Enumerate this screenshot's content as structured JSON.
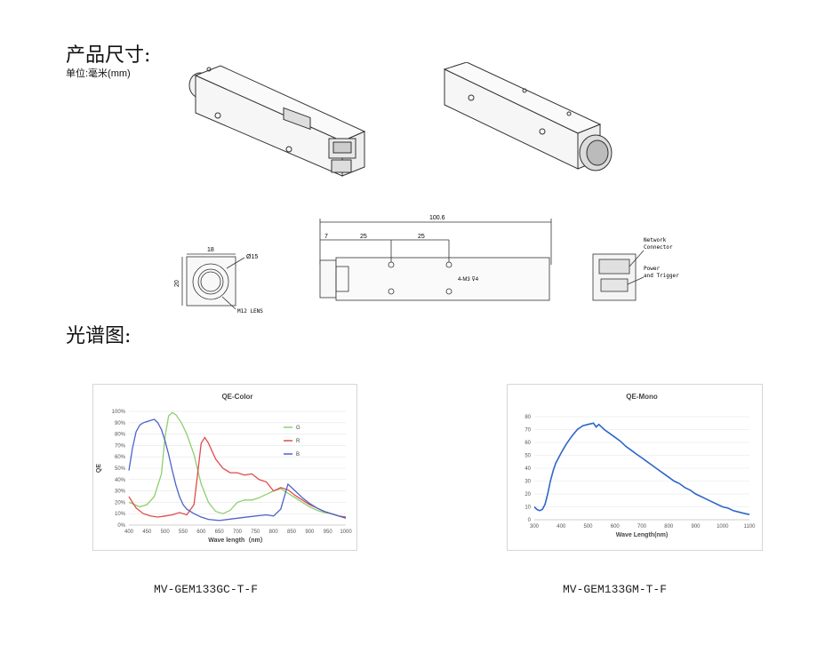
{
  "sections": {
    "dimensions_title": "产品尺寸:",
    "unit_label": "单位:毫米(mm)",
    "spectrum_title": "光谱图:"
  },
  "drawing": {
    "front_width": "18",
    "front_height": "20",
    "lens_diameter": "Ø15",
    "lens_mount": "M12 LENS",
    "total_length": "100.6",
    "offset": "7",
    "spacing_1": "25",
    "spacing_2": "25",
    "screw_spec": "4-M3 ⊽4",
    "network_connector": [
      "Network",
      "Connector"
    ],
    "power_trigger": [
      "Power",
      "and Trigger"
    ]
  },
  "captions": {
    "color_model": "MV-GEM133GC-T-F",
    "mono_model": "MV-GEM133GM-T-F"
  },
  "chart_data": [
    {
      "type": "line",
      "title": "QE-Color",
      "xlabel": "Wave length（nm）",
      "ylabel": "QE",
      "x_ticks": [
        "400",
        "450",
        "500",
        "550",
        "600",
        "650",
        "700",
        "750",
        "800",
        "850",
        "900",
        "950",
        "1000"
      ],
      "y_ticks": [
        "0%",
        "10%",
        "20%",
        "30%",
        "40%",
        "50%",
        "60%",
        "70%",
        "80%",
        "90%",
        "100%"
      ],
      "xlim": [
        400,
        1000
      ],
      "ylim": [
        0,
        100
      ],
      "legend_position": "right",
      "series": [
        {
          "name": "G",
          "color": "#8fcf6e",
          "x": [
            400,
            430,
            450,
            470,
            490,
            500,
            510,
            520,
            530,
            545,
            560,
            580,
            600,
            620,
            640,
            660,
            680,
            700,
            720,
            740,
            760,
            780,
            800,
            820,
            840,
            860,
            880,
            900,
            920,
            940,
            960,
            980,
            1000
          ],
          "y": [
            20,
            16,
            18,
            25,
            45,
            78,
            96,
            99,
            97,
            90,
            80,
            62,
            36,
            20,
            12,
            10,
            13,
            20,
            22,
            22,
            24,
            27,
            30,
            32,
            28,
            24,
            20,
            16,
            13,
            11,
            10,
            8,
            7
          ]
        },
        {
          "name": "R",
          "color": "#e34a4a",
          "x": [
            400,
            420,
            440,
            460,
            480,
            500,
            520,
            540,
            560,
            580,
            590,
            600,
            610,
            620,
            640,
            660,
            680,
            700,
            720,
            740,
            760,
            780,
            800,
            820,
            840,
            860,
            880,
            900,
            920,
            940,
            960,
            980,
            1000
          ],
          "y": [
            25,
            15,
            10,
            8,
            7,
            8,
            9,
            11,
            9,
            18,
            45,
            72,
            77,
            72,
            58,
            50,
            46,
            46,
            44,
            45,
            40,
            38,
            30,
            33,
            31,
            26,
            22,
            18,
            15,
            12,
            10,
            8,
            7
          ]
        },
        {
          "name": "B",
          "color": "#4d63c9",
          "x": [
            400,
            410,
            420,
            430,
            440,
            450,
            460,
            470,
            480,
            490,
            500,
            510,
            520,
            530,
            540,
            550,
            560,
            580,
            600,
            620,
            650,
            700,
            750,
            780,
            800,
            820,
            840,
            860,
            880,
            900,
            920,
            940,
            960,
            980,
            1000
          ],
          "y": [
            48,
            68,
            82,
            88,
            90,
            91,
            92,
            93,
            90,
            84,
            74,
            62,
            48,
            35,
            25,
            18,
            14,
            10,
            7,
            5,
            4,
            6,
            8,
            9,
            8,
            14,
            36,
            30,
            24,
            19,
            15,
            12,
            10,
            8,
            6
          ]
        }
      ]
    },
    {
      "type": "line",
      "title": "QE-Mono",
      "xlabel": "Wave Length(nm)",
      "ylabel": "",
      "x_ticks": [
        "300",
        "400",
        "500",
        "600",
        "700",
        "800",
        "900",
        "1000",
        "1100"
      ],
      "y_ticks": [
        "0",
        "10",
        "20",
        "30",
        "40",
        "50",
        "60",
        "70",
        "80"
      ],
      "xlim": [
        300,
        1100
      ],
      "ylim": [
        0,
        80
      ],
      "series": [
        {
          "name": "",
          "color": "#2e66c9",
          "x": [
            300,
            310,
            320,
            330,
            340,
            350,
            360,
            370,
            380,
            400,
            420,
            440,
            460,
            480,
            500,
            520,
            530,
            540,
            560,
            580,
            600,
            620,
            640,
            660,
            680,
            700,
            720,
            740,
            760,
            780,
            800,
            820,
            840,
            860,
            880,
            900,
            920,
            940,
            960,
            980,
            1000,
            1020,
            1040,
            1060,
            1080,
            1100
          ],
          "y": [
            10,
            8,
            7,
            8,
            12,
            20,
            30,
            38,
            44,
            52,
            59,
            65,
            70,
            73,
            74,
            75,
            72,
            74,
            70,
            67,
            64,
            61,
            57,
            54,
            51,
            48,
            45,
            42,
            39,
            36,
            33,
            30,
            28,
            25,
            23,
            20,
            18,
            16,
            14,
            12,
            10,
            9,
            7,
            6,
            5,
            4
          ]
        }
      ]
    }
  ]
}
